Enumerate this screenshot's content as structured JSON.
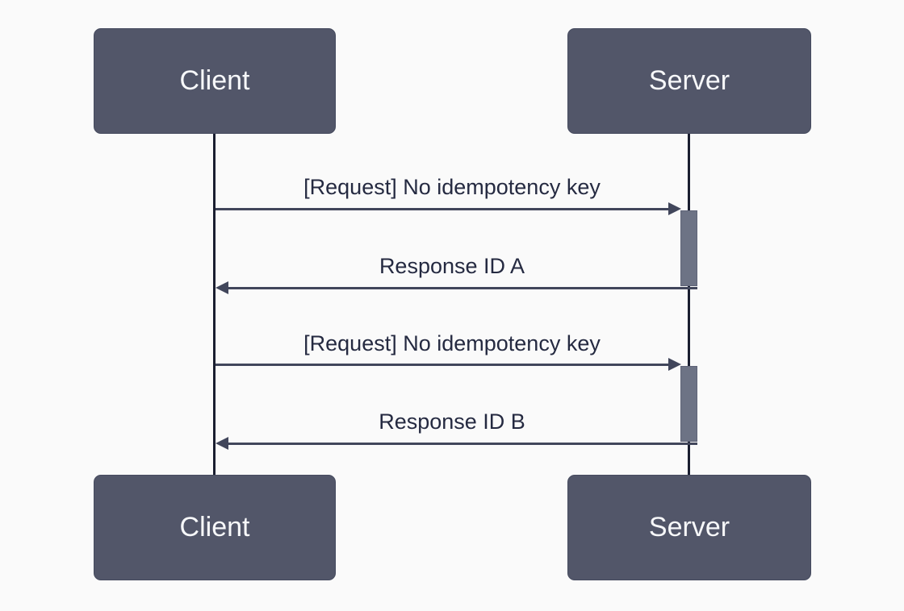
{
  "theme": {
    "background": "#fafafa",
    "actor_fill": "#525669",
    "actor_border": "#464b5f",
    "actor_text": "#f7f8fa",
    "lifeline_color": "#1a1e30",
    "arrow_color": "#41465b",
    "activation_fill": "#6d7385",
    "activation_border": "#5f6478",
    "message_text": "#252a41"
  },
  "diagram": {
    "type": "sequence",
    "actors": [
      {
        "id": "client",
        "label": "Client"
      },
      {
        "id": "server",
        "label": "Server"
      }
    ],
    "messages": [
      {
        "from": "client",
        "to": "server",
        "label": "[Request] No idempotency key",
        "line": "solid",
        "arrow": "filled"
      },
      {
        "from": "server",
        "to": "client",
        "label": "Response ID A",
        "line": "solid",
        "arrow": "filled"
      },
      {
        "from": "client",
        "to": "server",
        "label": "[Request] No idempotency key",
        "line": "solid",
        "arrow": "filled"
      },
      {
        "from": "server",
        "to": "client",
        "label": "Response ID B",
        "line": "solid",
        "arrow": "filled"
      }
    ],
    "activations": [
      {
        "on": "server",
        "starts_at_message": 0,
        "ends_at_message": 1
      },
      {
        "on": "server",
        "starts_at_message": 2,
        "ends_at_message": 3
      }
    ]
  }
}
